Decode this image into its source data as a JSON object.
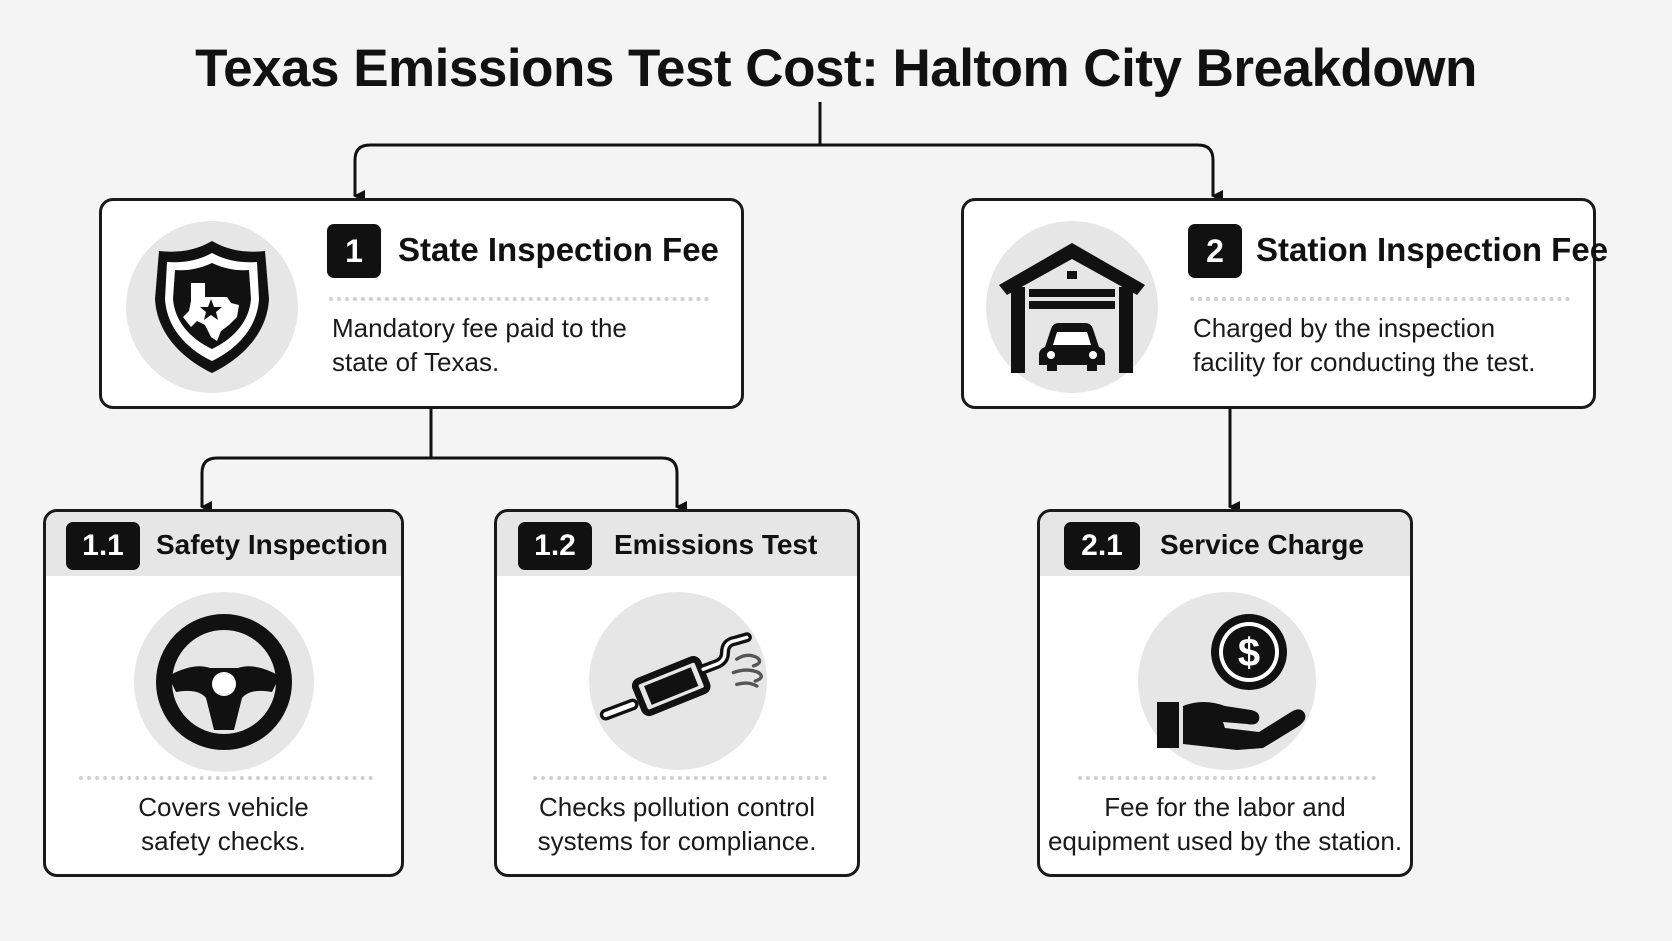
{
  "title": "Texas Emissions Test Cost: Haltom City Breakdown",
  "nodes": {
    "state_fee": {
      "number": "1",
      "heading": "State Inspection Fee",
      "desc_line1": "Mandatory fee paid to the",
      "desc_line2": "state of Texas.",
      "icon": "texas-shield-icon"
    },
    "station_fee": {
      "number": "2",
      "heading": "Station Inspection Fee",
      "desc_line1": "Charged by the inspection",
      "desc_line2": "facility for conducting the test.",
      "icon": "garage-car-icon"
    },
    "safety": {
      "number": "1.1",
      "heading": "Safety Inspection",
      "desc_line1": "Covers vehicle",
      "desc_line2": "safety checks.",
      "icon": "steering-wheel-icon"
    },
    "emissions": {
      "number": "1.2",
      "heading": "Emissions Test",
      "desc_line1": "Checks pollution control",
      "desc_line2": "systems for compliance.",
      "icon": "exhaust-pipe-icon"
    },
    "service": {
      "number": "2.1",
      "heading": "Service Charge",
      "desc_line1": "Fee for the labor and",
      "desc_line2": "equipment used by the station.",
      "icon": "hand-dollar-icon"
    }
  },
  "colors": {
    "ink": "#111111",
    "panel": "#e6e6e6",
    "background": "#f4f4f4"
  }
}
